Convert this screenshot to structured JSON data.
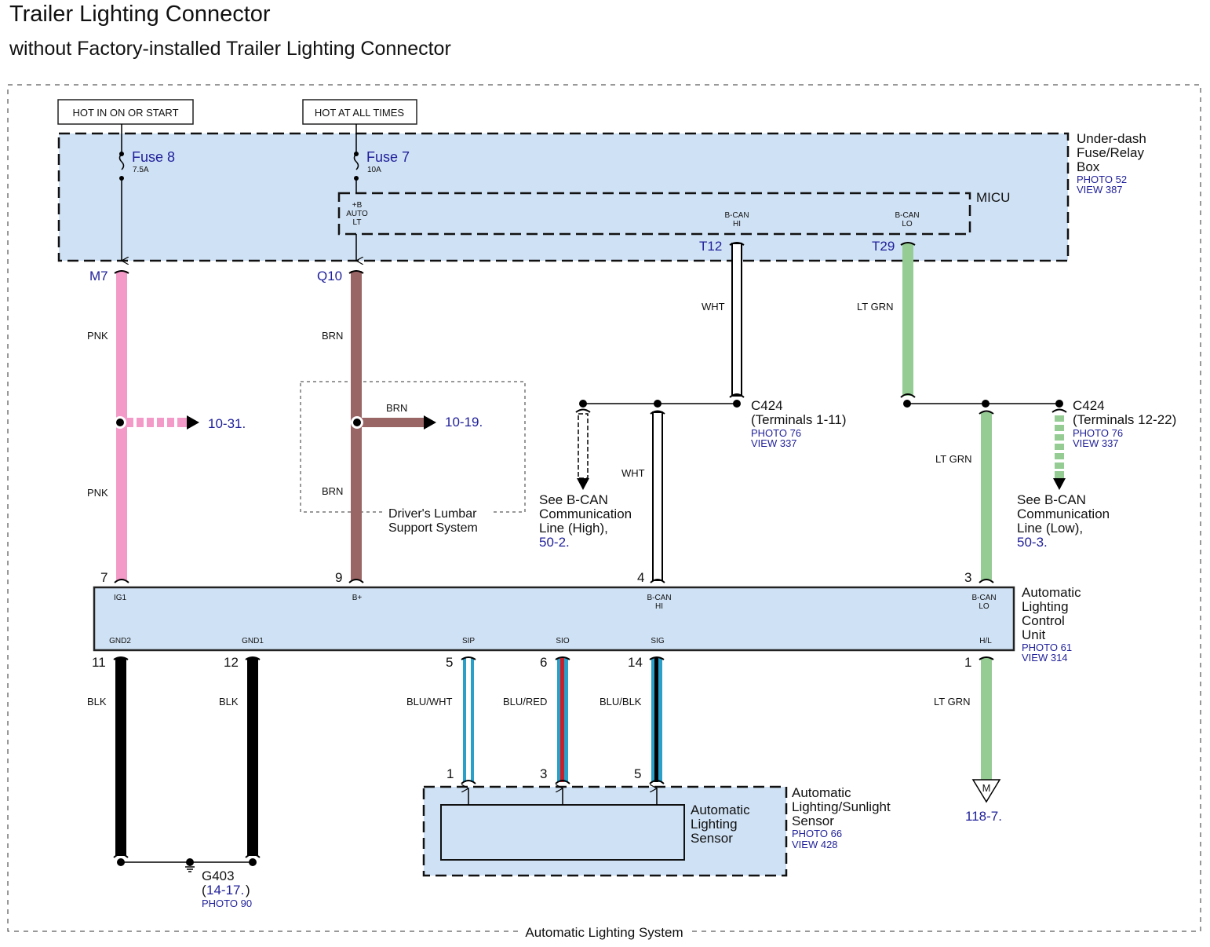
{
  "header": {
    "title": "Trailer Lighting Connector",
    "subtitle": "without Factory-installed Trailer Lighting Connector"
  },
  "system_label": "Automatic Lighting System",
  "power_sources": {
    "ig": "HOT IN ON OR START",
    "batt": "HOT AT ALL TIMES"
  },
  "fuse_box": {
    "name_lines": [
      "Under-dash",
      "Fuse/Relay",
      "Box"
    ],
    "photo": "PHOTO 52",
    "view": "VIEW 387",
    "fuses": [
      {
        "name": "Fuse 8",
        "rating": "7.5A"
      },
      {
        "name": "Fuse 7",
        "rating": "10A"
      }
    ],
    "micu": {
      "name": "MICU",
      "pins": {
        "auto_lt": [
          "+B",
          "AUTO",
          "LT"
        ],
        "bcan_hi": [
          "B-CAN",
          "HI"
        ],
        "bcan_lo": [
          "B-CAN",
          "LO"
        ]
      }
    },
    "terminals": {
      "m7": "M7",
      "q10": "Q10",
      "t12": "T12",
      "t29": "T29"
    }
  },
  "wires": {
    "pnk_upper": "PNK",
    "pnk_lower": "PNK",
    "brn_upper": "BRN",
    "brn_branch": "BRN",
    "brn_lower": "BRN",
    "wht_upper": "WHT",
    "wht_lower": "WHT",
    "ltgrn_upper": "LT GRN",
    "ltgrn_lower": "LT GRN",
    "ltgrn_hl": "LT GRN",
    "blk_gnd2": "BLK",
    "blk_gnd1": "BLK",
    "blu_wht": "BLU/WHT",
    "blu_red": "BLU/RED",
    "blu_blk": "BLU/BLK"
  },
  "wire_colors": {
    "pink": "#f49ac8",
    "brown": "#9a6565",
    "light_green": "#94cc94",
    "blue": "#2aa0c8",
    "red": "#c8202a",
    "black": "#000000",
    "box_fill": "#cfe1f4",
    "link_blue": "#1f1f9a"
  },
  "refs": {
    "pnk_ref": "10-31.",
    "brn_ref": "10-19.",
    "lumbar": [
      "Driver's Lumbar",
      "Support System"
    ],
    "bcan_high": {
      "lines": [
        "See B-CAN",
        "Communication",
        "Line (High),"
      ],
      "ref": "50-2."
    },
    "bcan_low": {
      "lines": [
        "See B-CAN",
        "Communication",
        "Line (Low),"
      ],
      "ref": "50-3."
    },
    "m_ref": "118-7.",
    "m_symbol": "M"
  },
  "c424_hi": {
    "name": "C424",
    "terminals": "(Terminals 1-11)",
    "photo": "PHOTO 76",
    "view": "VIEW 337"
  },
  "c424_lo": {
    "name": "C424",
    "terminals": "(Terminals 12-22)",
    "photo": "PHOTO 76",
    "view": "VIEW 337"
  },
  "control_unit": {
    "name_lines": [
      "Automatic",
      "Lighting",
      "Control",
      "Unit"
    ],
    "photo": "PHOTO 61",
    "view": "VIEW 314",
    "top_pins": [
      {
        "num": "7",
        "label": [
          "IG1"
        ]
      },
      {
        "num": "9",
        "label": [
          "B+"
        ]
      },
      {
        "num": "4",
        "label": [
          "B-CAN",
          "HI"
        ]
      },
      {
        "num": "3",
        "label": [
          "B-CAN",
          "LO"
        ]
      }
    ],
    "bottom_pins": [
      {
        "num": "11",
        "label": "GND2"
      },
      {
        "num": "12",
        "label": "GND1"
      },
      {
        "num": "5",
        "label": "SIP"
      },
      {
        "num": "6",
        "label": "SIO"
      },
      {
        "num": "14",
        "label": "SIG"
      },
      {
        "num": "1",
        "label": "H/L"
      }
    ]
  },
  "sensor": {
    "assembly_lines": [
      "Automatic",
      "Lighting/Sunlight",
      "Sensor"
    ],
    "photo": "PHOTO 66",
    "view": "VIEW 428",
    "inner_lines": [
      "Automatic",
      "Lighting",
      "Sensor"
    ],
    "pins": [
      "1",
      "3",
      "5"
    ]
  },
  "ground": {
    "name": "G403",
    "ref_open": "(",
    "ref": "14-17.",
    "ref_close": ")",
    "photo": "PHOTO 90"
  }
}
